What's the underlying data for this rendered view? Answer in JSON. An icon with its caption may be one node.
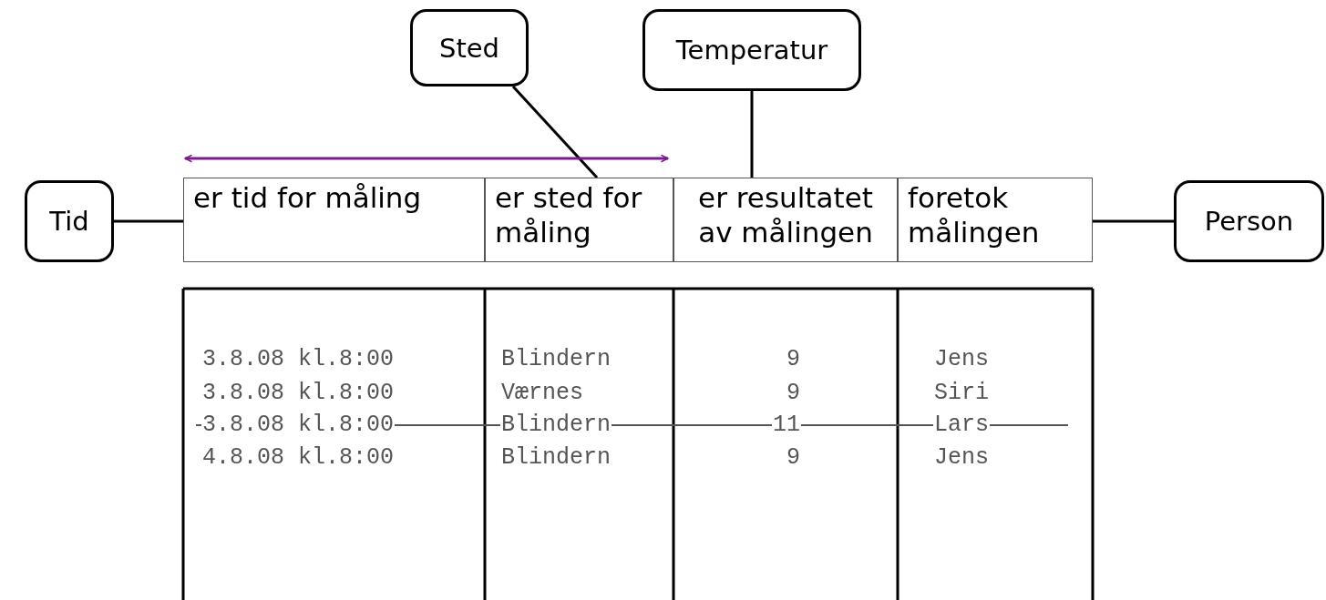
{
  "diagram": {
    "nodes": [
      {
        "text": [
          "Tid"
        ]
      },
      {
        "text": [
          "Sted"
        ]
      },
      {
        "text": [
          "Temperatur"
        ]
      },
      {
        "text": [
          "Person"
        ]
      },
      {
        "text": [
          "er tid for måling"
        ]
      },
      {
        "text": [
          "er sted for måling"
        ]
      },
      {
        "text": [
          "er resultatet av målingen"
        ]
      },
      {
        "text": [
          "foretok målingen"
        ]
      }
    ],
    "edges": [
      {
        "from": 0,
        "to": 4,
        "arrow": "none"
      },
      {
        "from": 1,
        "to": 5,
        "arrow": "none"
      },
      {
        "from": 2,
        "to": 6,
        "arrow": "none"
      },
      {
        "from": 7,
        "to": 3,
        "arrow": "none"
      },
      {
        "from": 4,
        "to": 5,
        "arrow": "both",
        "color": "#7b1a8a"
      }
    ],
    "labels": [
      "3.8.08 kl.8:00",
      "Blindern",
      "9",
      "Jens",
      "3.8.08 kl.8:00",
      "Værnes",
      "9",
      "Siri",
      "3.8.08 kl.8:00",
      "Blindern",
      "11",
      "Lars",
      "4.8.08 kl.8:00",
      "Blindern",
      "9",
      "Jens"
    ]
  }
}
